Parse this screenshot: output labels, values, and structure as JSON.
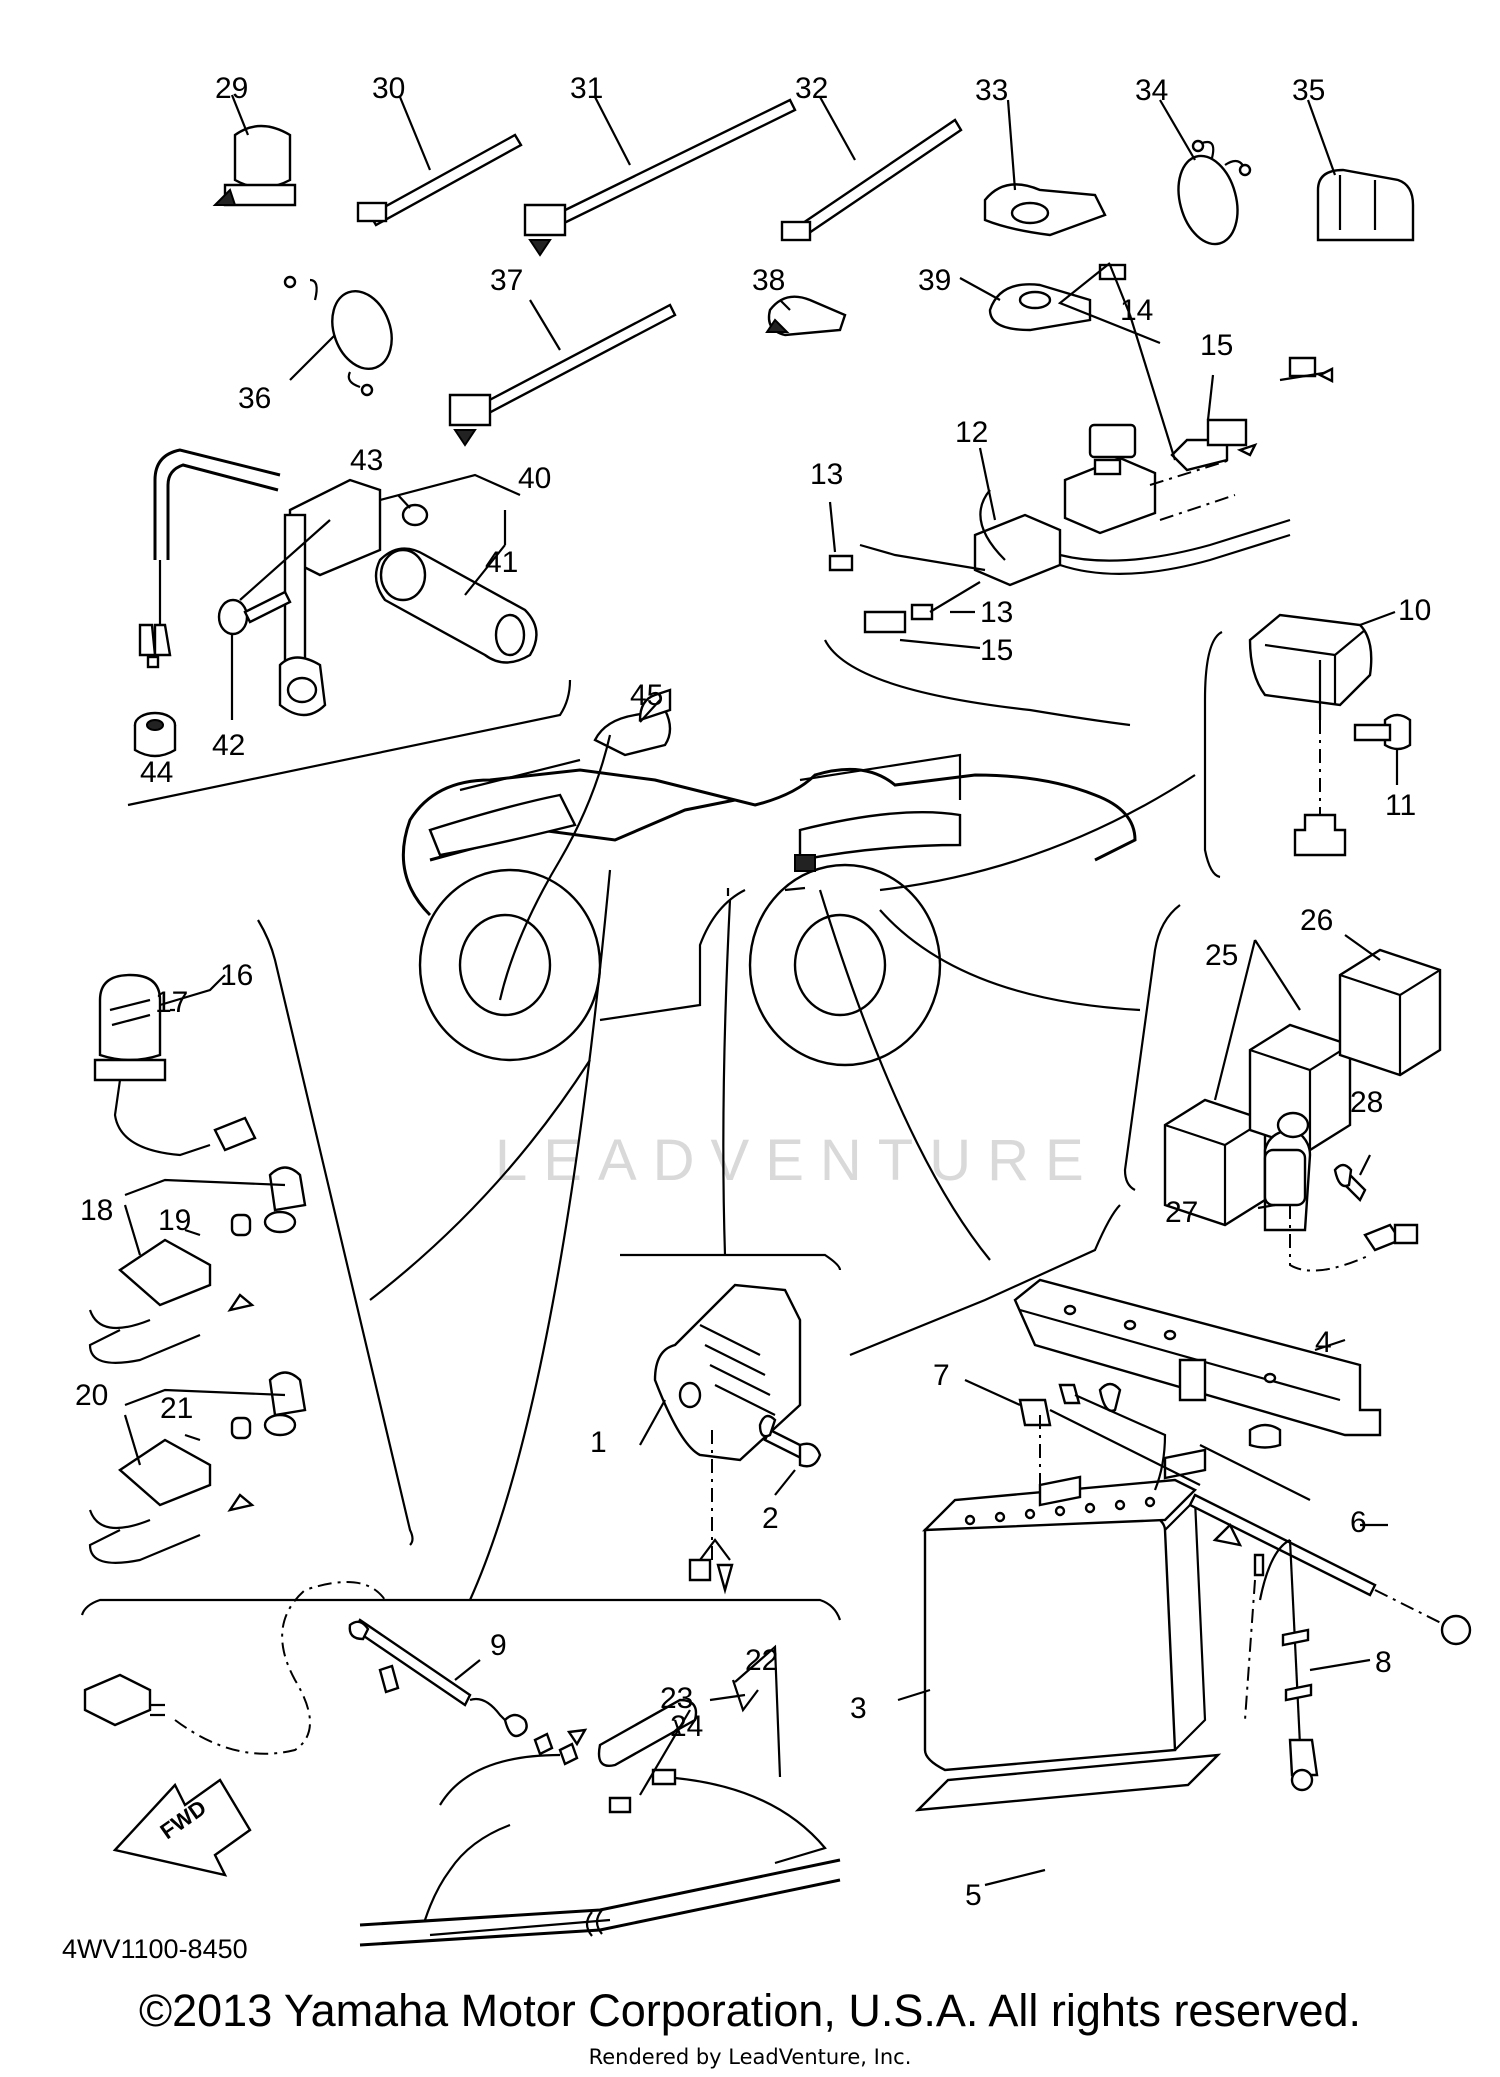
{
  "callouts": [
    {
      "id": "c1",
      "label": "1"
    },
    {
      "id": "c2",
      "label": "2"
    },
    {
      "id": "c3",
      "label": "3"
    },
    {
      "id": "c4",
      "label": "4"
    },
    {
      "id": "c5",
      "label": "5"
    },
    {
      "id": "c6",
      "label": "6"
    },
    {
      "id": "c7",
      "label": "7"
    },
    {
      "id": "c8",
      "label": "8"
    },
    {
      "id": "c9",
      "label": "9"
    },
    {
      "id": "c10",
      "label": "10"
    },
    {
      "id": "c11",
      "label": "11"
    },
    {
      "id": "c12",
      "label": "12"
    },
    {
      "id": "c13a",
      "label": "13"
    },
    {
      "id": "c13b",
      "label": "13"
    },
    {
      "id": "c14",
      "label": "14"
    },
    {
      "id": "c15a",
      "label": "15"
    },
    {
      "id": "c15b",
      "label": "15"
    },
    {
      "id": "c16",
      "label": "16"
    },
    {
      "id": "c17",
      "label": "17"
    },
    {
      "id": "c18",
      "label": "18"
    },
    {
      "id": "c19",
      "label": "19"
    },
    {
      "id": "c20",
      "label": "20"
    },
    {
      "id": "c21",
      "label": "21"
    },
    {
      "id": "c22",
      "label": "22"
    },
    {
      "id": "c23",
      "label": "23"
    },
    {
      "id": "c24",
      "label": "24"
    },
    {
      "id": "c25",
      "label": "25"
    },
    {
      "id": "c26",
      "label": "26"
    },
    {
      "id": "c27",
      "label": "27"
    },
    {
      "id": "c28",
      "label": "28"
    },
    {
      "id": "c29",
      "label": "29"
    },
    {
      "id": "c30",
      "label": "30"
    },
    {
      "id": "c31",
      "label": "31"
    },
    {
      "id": "c32",
      "label": "32"
    },
    {
      "id": "c33",
      "label": "33"
    },
    {
      "id": "c34",
      "label": "34"
    },
    {
      "id": "c35",
      "label": "35"
    },
    {
      "id": "c36",
      "label": "36"
    },
    {
      "id": "c37",
      "label": "37"
    },
    {
      "id": "c38",
      "label": "38"
    },
    {
      "id": "c39",
      "label": "39"
    },
    {
      "id": "c40",
      "label": "40"
    },
    {
      "id": "c41",
      "label": "41"
    },
    {
      "id": "c42",
      "label": "42"
    },
    {
      "id": "c43",
      "label": "43"
    },
    {
      "id": "c44",
      "label": "44"
    },
    {
      "id": "c45",
      "label": "45"
    }
  ],
  "diagram_code": "4WV1100-8450",
  "fwd_label": "FWD",
  "watermark": "LEADVENTURE",
  "copyright": "©2013 Yamaha Motor Corporation, U.S.A. All rights reserved.",
  "rendered_by": "Rendered by LeadVenture, Inc."
}
